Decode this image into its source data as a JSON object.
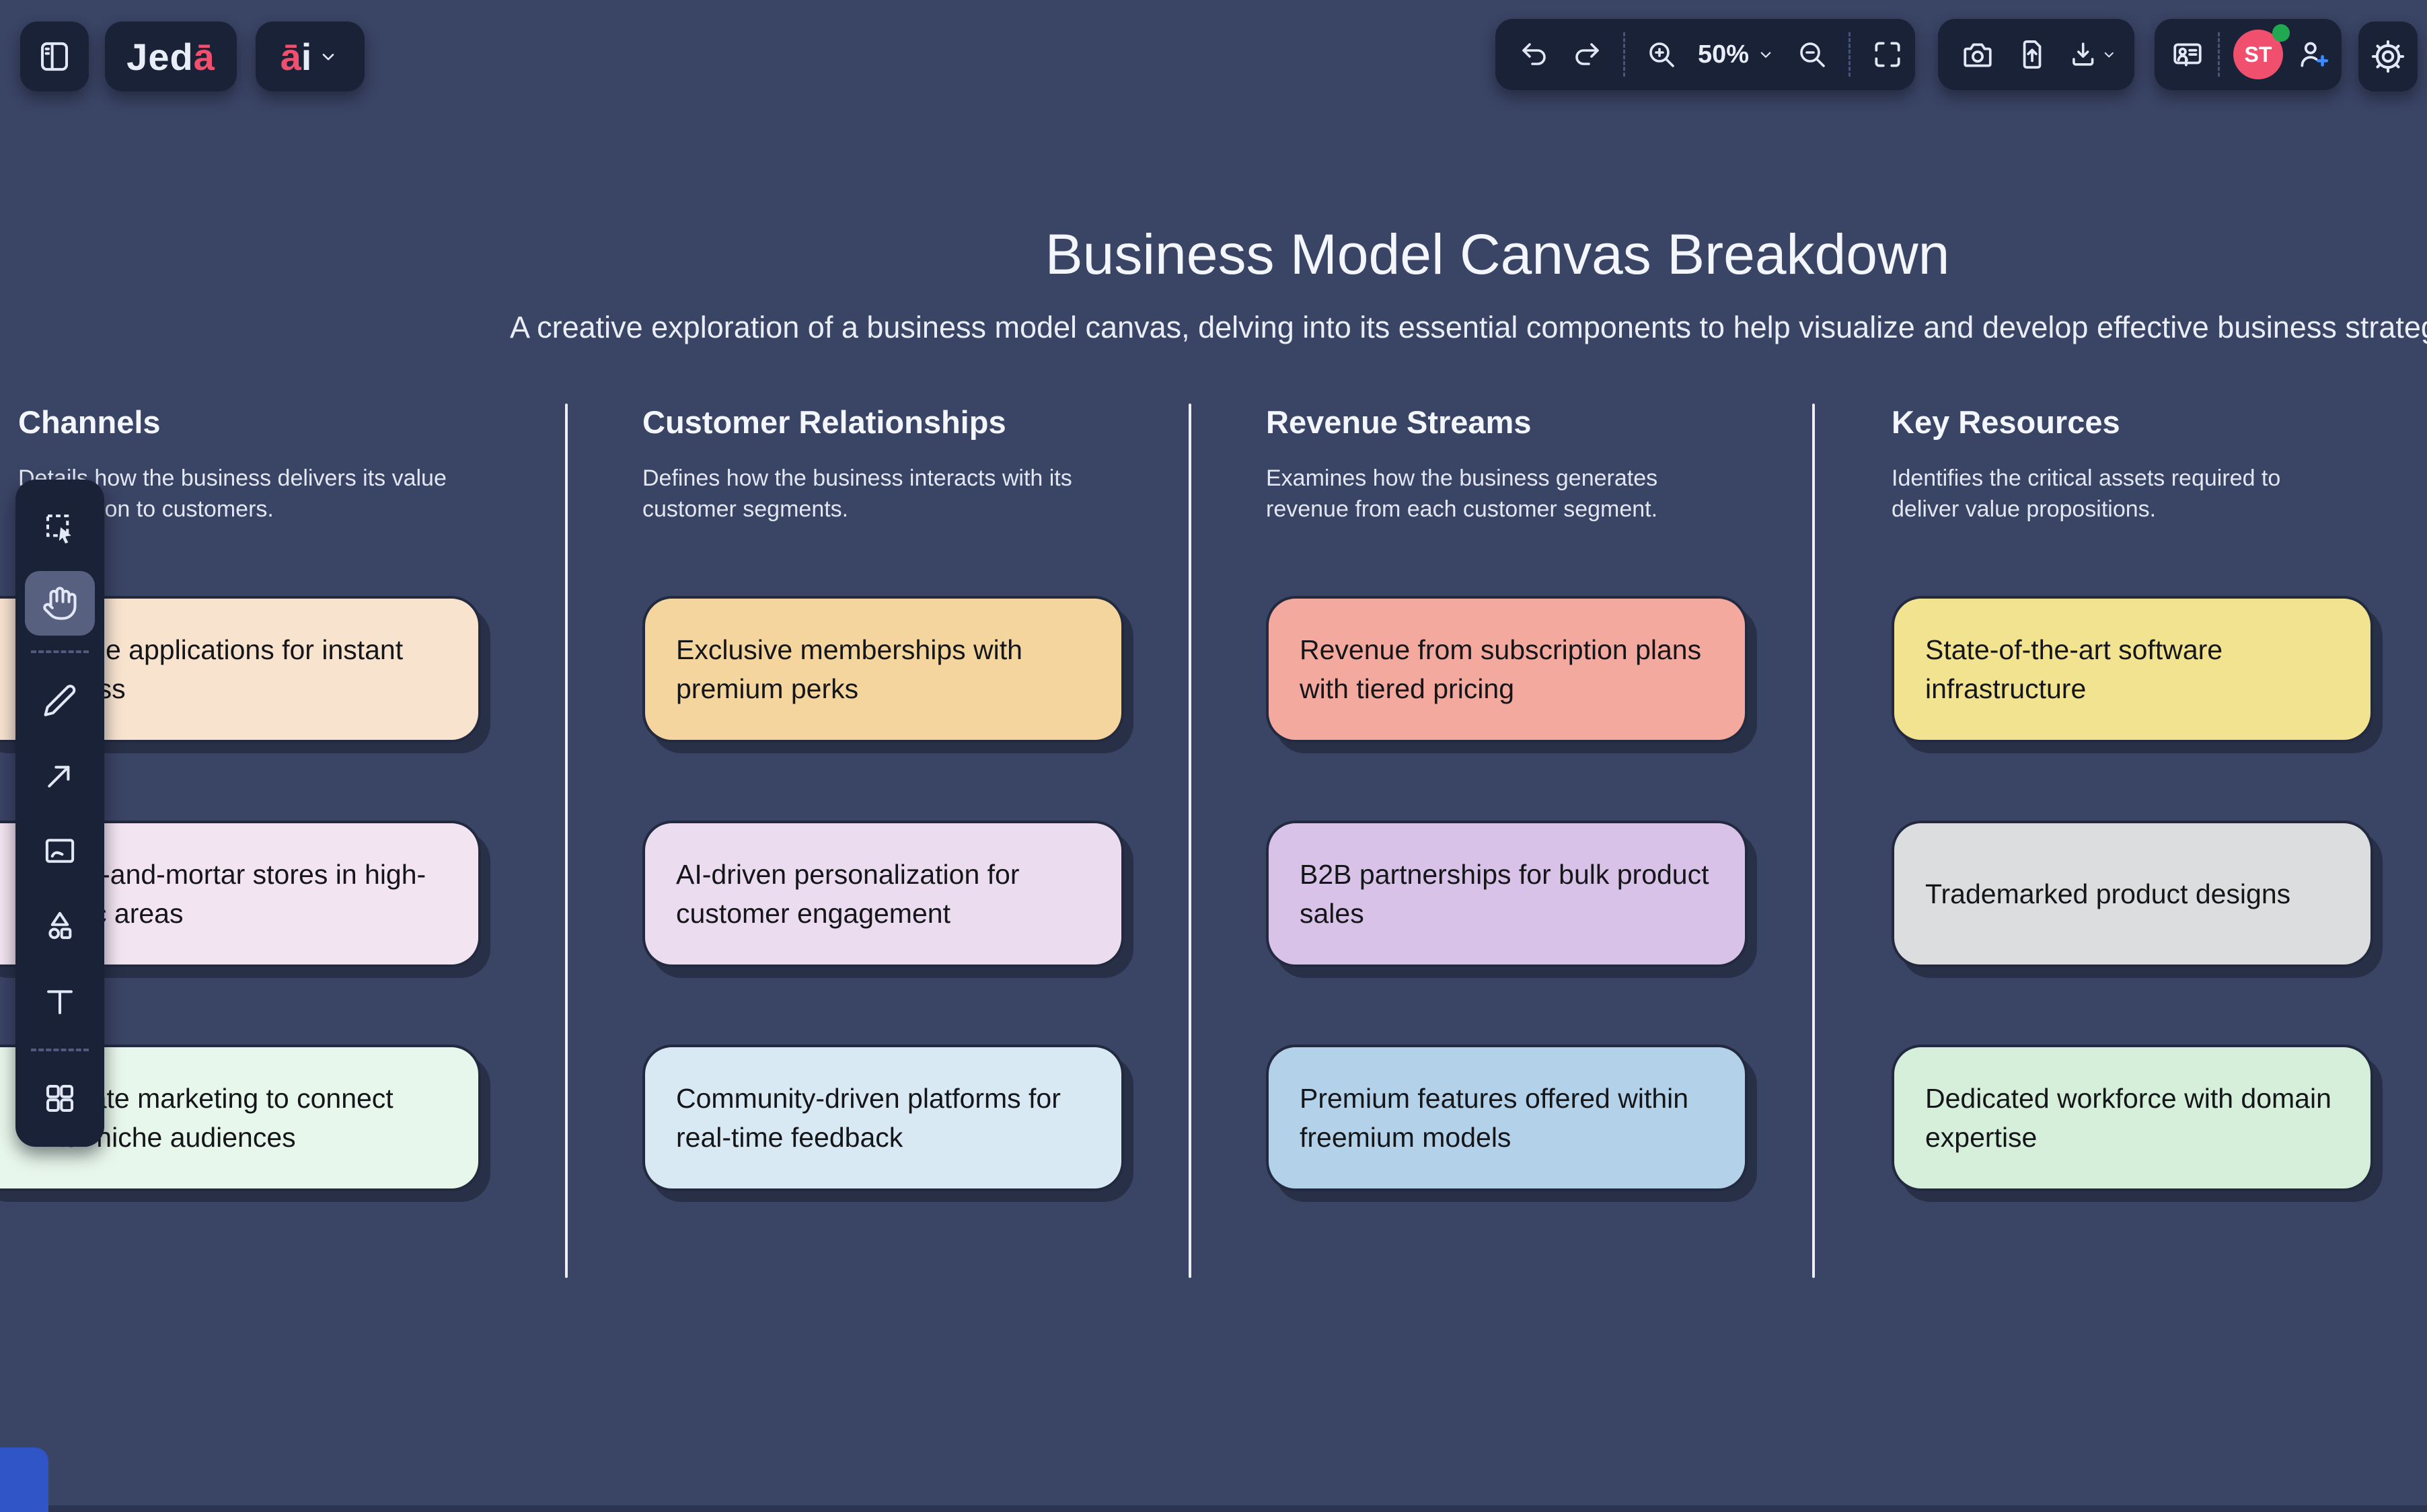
{
  "app_bar": {
    "logo": {
      "prefix": "Jed",
      "accent": "ā"
    },
    "ai_menu": {
      "accent": "ā",
      "suffix": "i"
    },
    "zoom_level": "50%",
    "avatar_initials": "ST"
  },
  "canvas": {
    "title": "Business Model Canvas Breakdown",
    "subtitle": "A creative exploration of a business model canvas, delving into its essential components to help visualize and develop effective business strategies.",
    "columns": [
      {
        "header": "Channels",
        "description": "Details how the business delivers its value proposition to customers.",
        "cards": [
          {
            "text": "Mobile applications for instant access",
            "color": "#F8E3CF"
          },
          {
            "text": "Brick-and-mortar stores in high-traffic areas",
            "color": "#F3E4F1"
          },
          {
            "text": "Affiliate marketing to connect with niche audiences",
            "color": "#E8F7EB"
          }
        ]
      },
      {
        "header": "Customer Relationships",
        "description": "Defines how the business interacts with its customer segments.",
        "cards": [
          {
            "text": "Exclusive memberships with premium perks",
            "color": "#F4D59E"
          },
          {
            "text": "AI-driven personalization for customer engagement",
            "color": "#EBDCEF"
          },
          {
            "text": "Community-driven platforms for real-time feedback",
            "color": "#D9E9F3"
          }
        ]
      },
      {
        "header": "Revenue Streams",
        "description": "Examines how the business generates revenue from each customer segment.",
        "cards": [
          {
            "text": "Revenue from subscription plans with tiered pricing",
            "color": "#F4A99F"
          },
          {
            "text": "B2B partnerships for bulk product sales",
            "color": "#D9C2E8"
          },
          {
            "text": "Premium features offered within freemium models",
            "color": "#B3D2EA"
          }
        ]
      },
      {
        "header": "Key Resources",
        "description": "Identifies the critical assets required to deliver value propositions.",
        "cards": [
          {
            "text": "State-of-the-art software infrastructure",
            "color": "#F2E391"
          },
          {
            "text": "Trademarked product designs",
            "color": "#DBDDDE"
          },
          {
            "text": "Dedicated workforce with domain expertise",
            "color": "#D6EFDB"
          }
        ]
      }
    ]
  },
  "icons": {
    "top_left": [
      "sidebar-toggle-icon",
      "jeda-logo",
      "ai-menu-chevron-down-icon"
    ],
    "top_right": [
      "undo-icon",
      "redo-icon",
      "zoom-in-icon",
      "zoom-level-chevron-down-icon",
      "zoom-out-icon",
      "fullscreen-icon",
      "camera-icon",
      "upload-icon",
      "download-icon",
      "download-chevron-down-icon",
      "presentation-card-icon",
      "avatar",
      "invite-person-add-icon",
      "settings-gear-icon"
    ],
    "tool_rail": [
      "select-icon",
      "hand-icon",
      "pencil-icon",
      "arrow-icon",
      "image-icon",
      "shapes-icon",
      "text-icon",
      "template-grid-icon"
    ]
  },
  "colors": {
    "background": "#3A4464",
    "panel": "#1A2237",
    "accent_pink": "#F0506E",
    "presence_green": "#21A952",
    "invite_plus_blue": "#3E8BFF",
    "divider_white": "#ECEFF6",
    "active_tool_bg": "#57617F"
  }
}
